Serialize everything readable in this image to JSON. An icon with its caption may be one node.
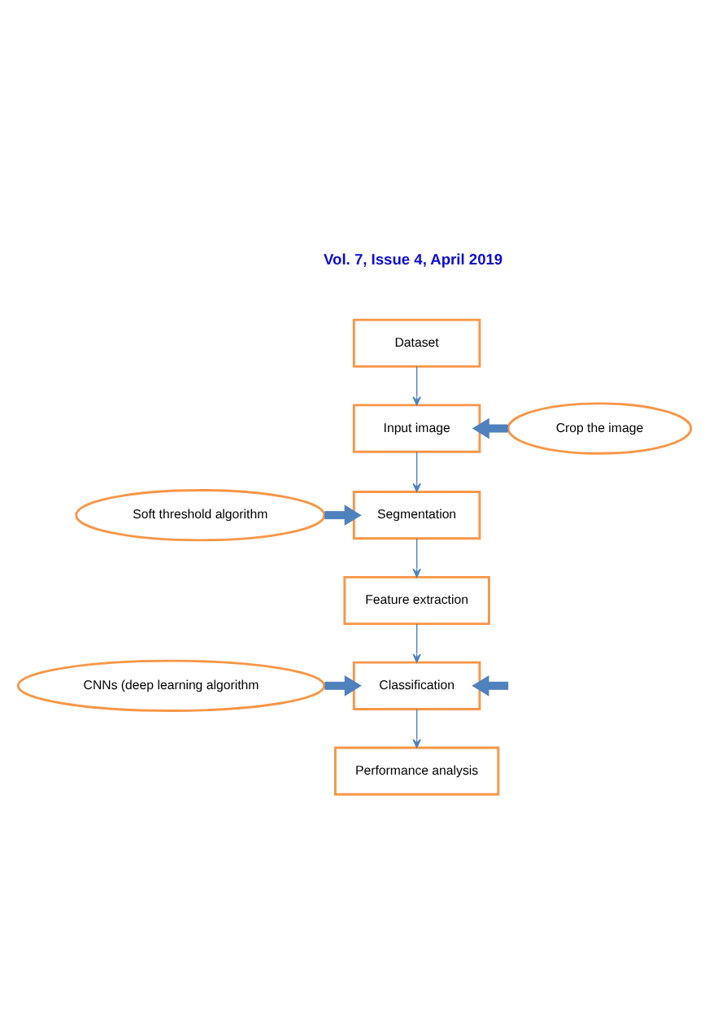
{
  "diagram": {
    "nodes": [
      {
        "text": [
          "Dataset"
        ]
      },
      {
        "text": [
          "Input image"
        ]
      },
      {
        "text": [
          "Crop the image"
        ]
      },
      {
        "text": [
          "Soft threshold algorithm"
        ]
      },
      {
        "text": [
          "Segmentation"
        ]
      },
      {
        "text": [
          "Feature extraction"
        ]
      },
      {
        "text": [
          "CNNs (deep learning algorithm"
        ]
      },
      {
        "text": [
          "Classification"
        ]
      },
      {
        "text": [
          "Performance analysis"
        ]
      }
    ],
    "edges": [
      {
        "from": 0,
        "to": 1,
        "arrow": "to"
      },
      {
        "from": 2,
        "to": 1,
        "arrow": "to",
        "style": "thick"
      },
      {
        "from": 1,
        "to": 4,
        "arrow": "to"
      },
      {
        "from": 3,
        "to": 4,
        "arrow": "to",
        "style": "thick"
      },
      {
        "from": 4,
        "to": 5,
        "arrow": "to"
      },
      {
        "from": 5,
        "to": 7,
        "arrow": "to"
      },
      {
        "from": 6,
        "to": 7,
        "arrow": "to",
        "style": "thick"
      },
      {
        "from": null,
        "to": 7,
        "arrow": "to",
        "style": "thick"
      },
      {
        "from": 7,
        "to": 8,
        "arrow": "to"
      }
    ],
    "labels": [
      "Vol. 7, Issue 4, April 2019"
    ]
  }
}
